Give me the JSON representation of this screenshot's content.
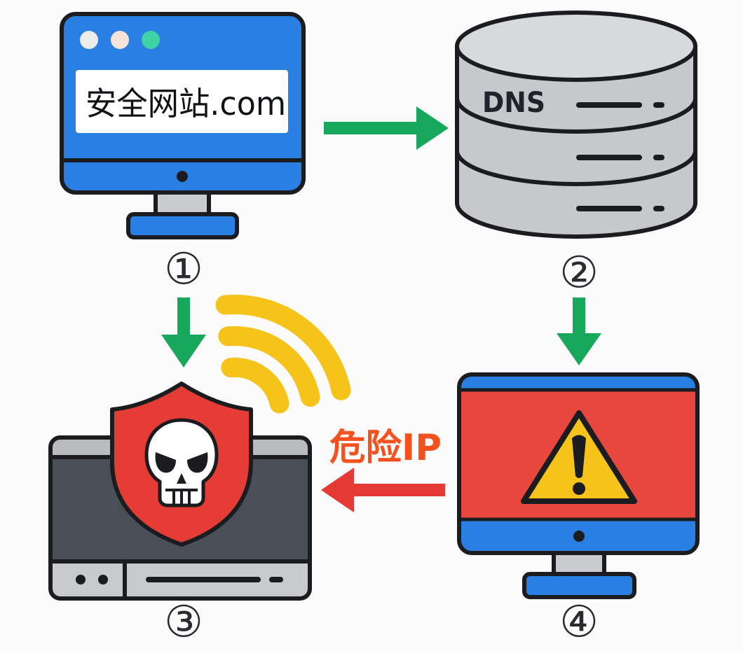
{
  "diagram": {
    "colors": {
      "background": "#fbfbfb",
      "outline": "#1b1c20",
      "monitor_blue": "#2a7fe2",
      "stand_gray": "#c9cbcf",
      "dns_gray": "#c7c8ca",
      "dns_top_gray": "#d8d9db",
      "server_dark": "#4a4e57",
      "server_light": "#b9bbbf",
      "server_panel": "#c8cacd",
      "shield_red": "#e53d35",
      "alert_red": "#e8473d",
      "warning_yellow": "#f6c31b",
      "signal_yellow": "#f6c31b",
      "marker_text": "#2a2b30"
    },
    "nodes": {
      "browser": {
        "marker": "①",
        "address_bar": "安全网站.com",
        "icon": "browser-monitor-icon",
        "window_dots": [
          "#ececec",
          "#f6e4d8",
          "#3fd2a3"
        ]
      },
      "dns": {
        "marker": "②",
        "label": "DNS",
        "icon": "dns-database-icon"
      },
      "attacker": {
        "marker": "③",
        "icon": "malicious-server-icon",
        "badge_icon": "skull-shield-icon",
        "signal_icon": "wifi-signal-icon"
      },
      "victim": {
        "marker": "④",
        "icon": "warning-monitor-icon",
        "alert_icon": "warning-triangle-icon"
      }
    },
    "arrows": {
      "browser_to_dns": {
        "icon": "arrow-right-icon",
        "color": "#17a85b"
      },
      "dns_to_victim": {
        "icon": "arrow-down-icon",
        "color": "#17a85b"
      },
      "browser_to_attacker": {
        "icon": "arrow-down-icon",
        "color": "#17a85b"
      },
      "victim_to_attacker": {
        "icon": "arrow-left-icon",
        "color": "#e53935",
        "label": "危险IP",
        "label_color": "#f4511e"
      }
    }
  }
}
